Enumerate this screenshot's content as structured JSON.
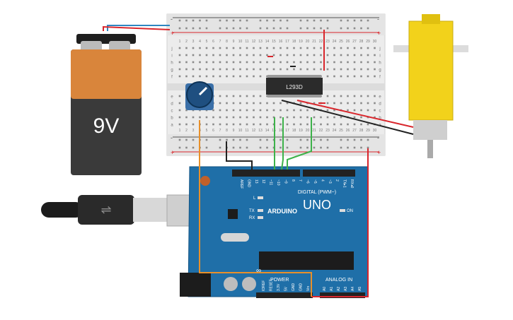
{
  "battery": {
    "label": "9V",
    "color_body": "#3a3a3a",
    "color_top": "#d9853b"
  },
  "breadboard": {
    "rows_top": [
      "j",
      "i",
      "h",
      "g",
      "f"
    ],
    "rows_bottom": [
      "e",
      "d",
      "c",
      "b",
      "a"
    ],
    "columns": [
      "1",
      "2",
      "3",
      "4",
      "5",
      "6",
      "7",
      "8",
      "9",
      "10",
      "11",
      "12",
      "13",
      "14",
      "15",
      "16",
      "17",
      "18",
      "19",
      "20",
      "21",
      "22",
      "23",
      "24",
      "25",
      "26",
      "27",
      "28",
      "29",
      "30"
    ],
    "rail_minus": "-",
    "rail_plus": "+"
  },
  "chip": {
    "label": "L293D"
  },
  "arduino": {
    "model": "UNO",
    "brand": "ARDUINO",
    "digital_label": "DIGITAL (PWM~)",
    "on_label": "ON",
    "power_label": "POWER",
    "analog_label": "ANALOG IN",
    "led_labels": [
      "L",
      "TX",
      "RX"
    ],
    "top_pins": [
      "AREF",
      "GND",
      "13",
      "12",
      "~11",
      "~10",
      "~9",
      "8",
      "7",
      "~6",
      "~5",
      "4",
      "~3",
      "2",
      "TX▸1",
      "RX◂0"
    ],
    "power_pins": [
      "IOREF",
      "RESET",
      "3.3V",
      "5V",
      "GND",
      "GND",
      "Vin"
    ],
    "analog_pins": [
      "A0",
      "A1",
      "A2",
      "A3",
      "A4",
      "A5"
    ],
    "color_board": "#1f6fa8"
  },
  "motor": {
    "color_body": "#f2d21b"
  },
  "wire_colors": {
    "red": "#d9262c",
    "black": "#222222",
    "green": "#3db24a",
    "orange": "#e8902a",
    "blue": "#2e86c1"
  }
}
